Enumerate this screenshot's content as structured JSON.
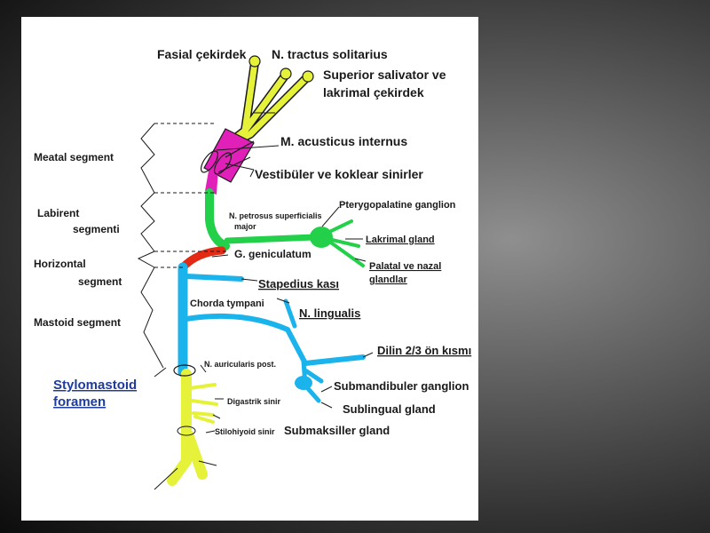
{
  "slide": {
    "colors": {
      "background": "#3a3a3a",
      "panel": "#ffffff",
      "yellow_nerve": "#e6f23a",
      "magenta_segment": "#e020b8",
      "green_segment": "#22d04a",
      "red_segment": "#e22a14",
      "cyan_segment": "#1bb3ec",
      "text": "#1a1a1a",
      "highlight_text": "#1f3c99"
    }
  },
  "diagram": {
    "nuclei": {
      "facial": "Fasial çekirdek",
      "solitarius": "N. tractus solitarius",
      "salivator_line1": "Superior salivator ve",
      "salivator_line2": "lakrimal çekirdek"
    },
    "segments": {
      "meatal": "Meatal segment",
      "labyrinth_line1": "Labirent",
      "labyrinth_line2": "segmenti",
      "horizontal_line1": "Horizontal",
      "horizontal_line2": "segment",
      "mastoid": "Mastoid segment"
    },
    "canal": {
      "acusticus": "M. acusticus internus",
      "vestibular": "Vestibüler ve koklear sinirler"
    },
    "branches": {
      "petrosus_line1": "N. petrosus superficialis",
      "petrosus_line2": "major",
      "pterygopalatine": "Pterygopalatine ganglion",
      "lacrimal_gland": "Lakrimal gland",
      "palatal_line1": "Palatal ve nazal",
      "palatal_line2": "glandlar",
      "geniculatum": "G. geniculatum",
      "stapedius": "Stapedius kası",
      "chorda": "Chorda tympani",
      "lingualis": "N. lingualis",
      "tongue": "Dilin 2/3 ön kısmı",
      "submandibular_ganglion": "Submandibuler ganglion",
      "sublingual": "Sublingual gland",
      "submaxillary": "Submaksiller gland",
      "auricularis": "N. auricularis post.",
      "digastric": "Digastrik sinir",
      "stylohyoid": "Stilohiyoid sinir"
    },
    "foramen": {
      "line1": "Stylomastoid",
      "line2": "foramen"
    }
  }
}
